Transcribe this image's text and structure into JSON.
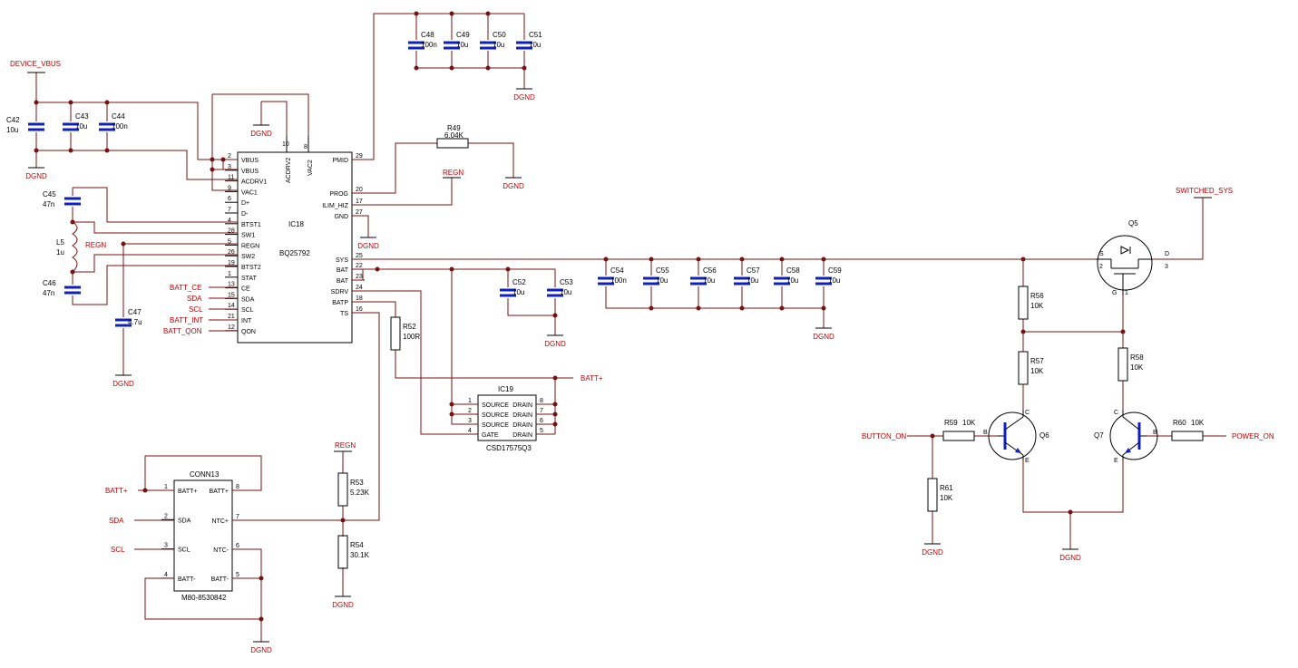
{
  "ic18": {
    "ref": "IC18",
    "part": "BQ25792",
    "left_pins": [
      {
        "num": "2",
        "name": "VBUS"
      },
      {
        "num": "3",
        "name": "VBUS"
      },
      {
        "num": "11",
        "name": "ACDRV1"
      },
      {
        "num": "9",
        "name": "VAC1"
      },
      {
        "num": "6",
        "name": "D+"
      },
      {
        "num": "7",
        "name": "D-"
      },
      {
        "num": "4",
        "name": "BTST1"
      },
      {
        "num": "28",
        "name": "SW1"
      },
      {
        "num": "5",
        "name": "REGN"
      },
      {
        "num": "26",
        "name": "SW2"
      },
      {
        "num": "19",
        "name": "BTST2"
      },
      {
        "num": "1",
        "name": "STAT"
      },
      {
        "num": "13",
        "name": "CE"
      },
      {
        "num": "15",
        "name": "SDA"
      },
      {
        "num": "14",
        "name": "SCL"
      },
      {
        "num": "21",
        "name": "INT"
      },
      {
        "num": "12",
        "name": "QON"
      }
    ],
    "right_pins": [
      {
        "num": "29",
        "name": "PMID"
      },
      {
        "num": "20",
        "name": "PROG"
      },
      {
        "num": "17",
        "name": "ILIM_HIZ"
      },
      {
        "num": "27",
        "name": "GND"
      },
      {
        "num": "25",
        "name": "SYS"
      },
      {
        "num": "22",
        "name": "BAT"
      },
      {
        "num": "23",
        "name": "BAT"
      },
      {
        "num": "24",
        "name": "SDRV"
      },
      {
        "num": "18",
        "name": "BATP"
      },
      {
        "num": "16",
        "name": "TS"
      }
    ],
    "top_pins": [
      {
        "num": "10",
        "name": "ACDRV2"
      },
      {
        "num": "8",
        "name": "VAC2"
      }
    ]
  },
  "ic19": {
    "ref": "IC19",
    "part": "CSD17575Q3",
    "left_pins": [
      {
        "num": "1",
        "name": "SOURCE"
      },
      {
        "num": "2",
        "name": "SOURCE"
      },
      {
        "num": "3",
        "name": "SOURCE"
      },
      {
        "num": "4",
        "name": "GATE"
      }
    ],
    "right_pins": [
      {
        "num": "8",
        "name": "DRAIN"
      },
      {
        "num": "7",
        "name": "DRAIN"
      },
      {
        "num": "6",
        "name": "DRAIN"
      },
      {
        "num": "5",
        "name": "DRAIN"
      }
    ]
  },
  "conn13": {
    "ref": "CONN13",
    "part": "M80-8530842",
    "left_pins": [
      {
        "num": "1",
        "name": "BATT+"
      },
      {
        "num": "2",
        "name": "SDA"
      },
      {
        "num": "3",
        "name": "SCL"
      },
      {
        "num": "4",
        "name": "BATT-"
      }
    ],
    "right_pins": [
      {
        "num": "8",
        "name": "BATT+"
      },
      {
        "num": "7",
        "name": "NTC+"
      },
      {
        "num": "6",
        "name": "NTC-"
      },
      {
        "num": "5",
        "name": "BATT-"
      }
    ]
  },
  "capacitors": [
    {
      "ref": "C42",
      "value": "10u"
    },
    {
      "ref": "C43",
      "value": "10u"
    },
    {
      "ref": "C44",
      "value": "100n"
    },
    {
      "ref": "C45",
      "value": "47n"
    },
    {
      "ref": "C46",
      "value": "47n"
    },
    {
      "ref": "C47",
      "value": "4.7u"
    },
    {
      "ref": "C48",
      "value": "100n"
    },
    {
      "ref": "C49",
      "value": "10u"
    },
    {
      "ref": "C50",
      "value": "10u"
    },
    {
      "ref": "C51",
      "value": "10u"
    },
    {
      "ref": "C52",
      "value": "10u"
    },
    {
      "ref": "C53",
      "value": "10u"
    },
    {
      "ref": "C54",
      "value": "100n"
    },
    {
      "ref": "C55",
      "value": "10u"
    },
    {
      "ref": "C56",
      "value": "10u"
    },
    {
      "ref": "C57",
      "value": "10u"
    },
    {
      "ref": "C58",
      "value": "10u"
    },
    {
      "ref": "C59",
      "value": "10u"
    }
  ],
  "resistors": [
    {
      "ref": "R49",
      "value": "6.04K"
    },
    {
      "ref": "R52",
      "value": "100R"
    },
    {
      "ref": "R53",
      "value": "5.23K"
    },
    {
      "ref": "R54",
      "value": "30.1K"
    },
    {
      "ref": "R56",
      "value": "10K"
    },
    {
      "ref": "R57",
      "value": "10K"
    },
    {
      "ref": "R58",
      "value": "10K"
    },
    {
      "ref": "R59",
      "value": "10K"
    },
    {
      "ref": "R60",
      "value": "10K"
    },
    {
      "ref": "R61",
      "value": "10K"
    }
  ],
  "inductor": {
    "ref": "L5",
    "value": "1u"
  },
  "transistors": [
    {
      "ref": "Q5",
      "pins": [
        "S",
        "2",
        "D",
        "3",
        "G",
        "1"
      ]
    },
    {
      "ref": "Q6",
      "pins": [
        "B",
        "C",
        "E"
      ]
    },
    {
      "ref": "Q7",
      "pins": [
        "B",
        "C",
        "E"
      ]
    }
  ],
  "nets": {
    "device_vbus": "DEVICE_VBUS",
    "dgnd": "DGND",
    "regn": "REGN",
    "batt_ce": "BATT_CE",
    "sda": "SDA",
    "scl": "SCL",
    "batt_int": "BATT_INT",
    "batt_qon": "BATT_QON",
    "batt_plus": "BATT+",
    "switched_sys": "SWITCHED_SYS",
    "button_on": "BUTTON_ON",
    "power_on": "POWER_ON"
  }
}
